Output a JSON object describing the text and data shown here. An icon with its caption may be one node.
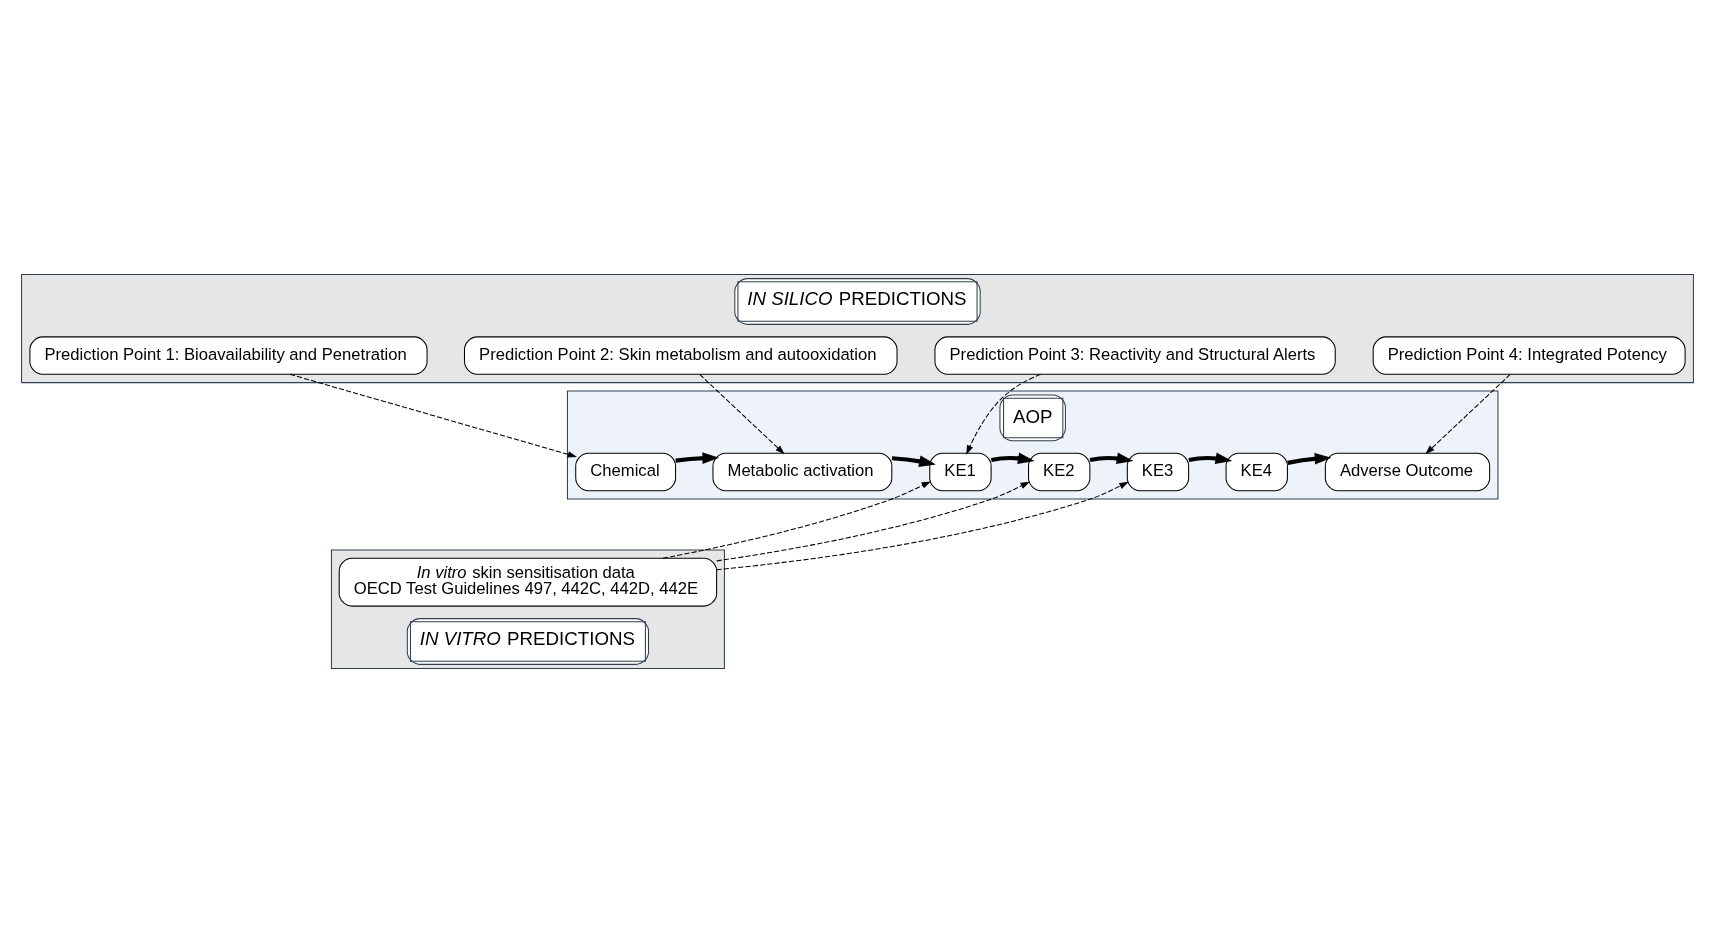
{
  "diagram": {
    "nodes": [
      {
        "text": [
          "*IN SILICO* PREDICTIONS"
        ]
      },
      {
        "text": [
          "Prediction Point 1: Bioavailability and Penetration"
        ],
        "in": 0
      },
      {
        "text": [
          "Prediction Point 2: Skin metabolism and autooxidation"
        ],
        "in": 0
      },
      {
        "text": [
          "Prediction Point 3: Reactivity and Structural Alerts"
        ],
        "in": 0
      },
      {
        "text": [
          "Prediction Point 4: Integrated Potency"
        ],
        "in": 0
      },
      {
        "text": [
          "AOP"
        ]
      },
      {
        "text": [
          "Chemical"
        ],
        "in": 5
      },
      {
        "text": [
          "Metabolic activation"
        ],
        "in": 5
      },
      {
        "text": [
          "KE1"
        ],
        "in": 5
      },
      {
        "text": [
          "KE2"
        ],
        "in": 5
      },
      {
        "text": [
          "KE3"
        ],
        "in": 5
      },
      {
        "text": [
          "KE4"
        ],
        "in": 5
      },
      {
        "text": [
          "Adverse Outcome"
        ],
        "in": 5
      },
      {
        "text": [
          "*IN VITRO* PREDICTIONS"
        ]
      },
      {
        "text": [
          "*In vitro* skin sensitisation data",
          "OECD Test Guidelines 497, 442C, 442D, 442E"
        ],
        "in": 13
      }
    ],
    "edges": [
      {
        "from": 1,
        "to": 6,
        "arrow": "to",
        "style": "dashed"
      },
      {
        "from": 2,
        "to": 7,
        "arrow": "to",
        "style": "dashed"
      },
      {
        "from": 3,
        "to": 8,
        "arrow": "to",
        "style": "dashed"
      },
      {
        "from": 4,
        "to": 12,
        "arrow": "to",
        "style": "dashed"
      },
      {
        "from": 6,
        "to": 7,
        "arrow": "to",
        "style": "thick"
      },
      {
        "from": 7,
        "to": 8,
        "arrow": "to",
        "style": "thick"
      },
      {
        "from": 8,
        "to": 9,
        "arrow": "to",
        "style": "thick"
      },
      {
        "from": 9,
        "to": 10,
        "arrow": "to",
        "style": "thick"
      },
      {
        "from": 10,
        "to": 11,
        "arrow": "to",
        "style": "thick"
      },
      {
        "from": 11,
        "to": 12,
        "arrow": "to",
        "style": "thick"
      },
      {
        "from": 14,
        "to": 8,
        "arrow": "to",
        "style": "dashed"
      },
      {
        "from": 14,
        "to": 9,
        "arrow": "to",
        "style": "dashed"
      },
      {
        "from": 14,
        "to": 10,
        "arrow": "to",
        "style": "dashed"
      }
    ]
  }
}
